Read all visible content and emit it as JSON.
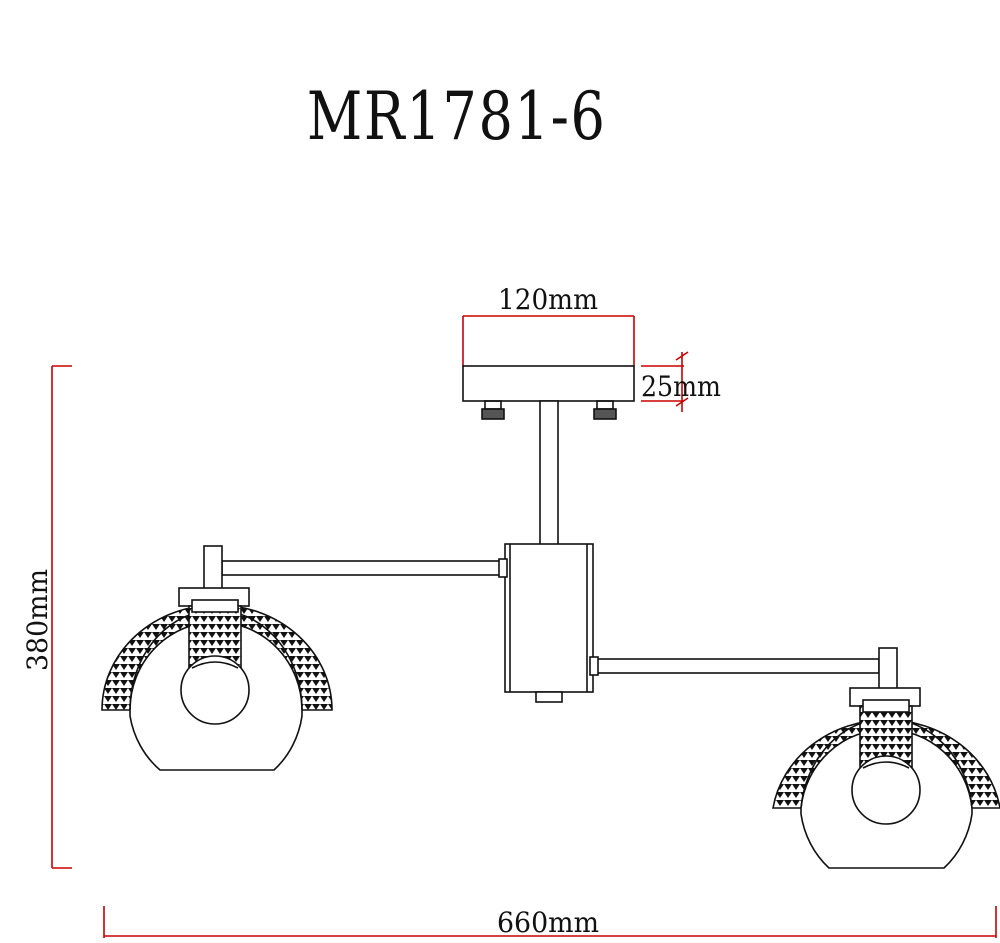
{
  "diagram": {
    "title": "MR1781-6",
    "dimensions": {
      "canopy_width": "120mm",
      "canopy_height": "25mm",
      "overall_height": "380mm",
      "overall_width": "660mm"
    },
    "colors": {
      "dimension_line": "#cc0000",
      "outline": "#111111"
    }
  }
}
